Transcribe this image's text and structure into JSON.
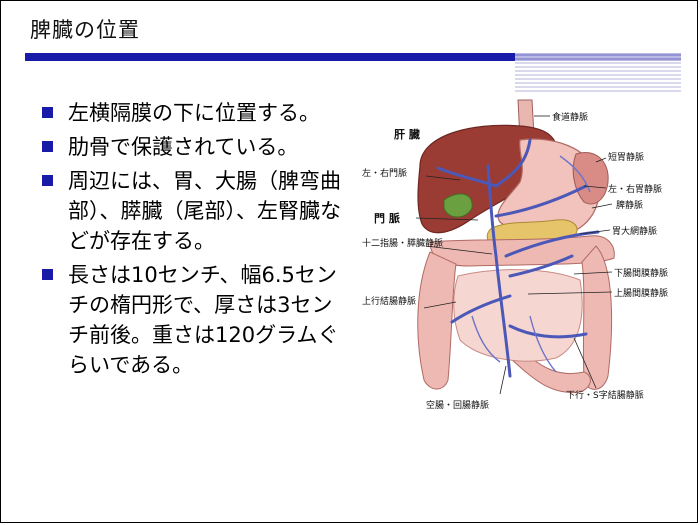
{
  "title": "脾臓の位置",
  "bullets": [
    "左横隔膜の下に位置する。",
    "肋骨で保護されている。",
    "周辺には、胃、大腸（脾弯曲部）、膵臓（尾部）、左腎臓などが存在する。",
    "長さは10センチ、幅6.5センチの楕円形で、厚さは3センチ前後。重さは120グラムぐらいである。"
  ],
  "diagram": {
    "labels": {
      "liver": "肝 臓",
      "esophageal_vein": "食道静脈",
      "short_gastric_veins": "短胃静脈",
      "left_right_portal": "左・右門脈",
      "left_right_gastric": "左・右胃静脈",
      "splenic_vein": "脾静脈",
      "portal_vein": "門 脈",
      "gastroepiploic": "胃大網静脈",
      "duodenal_pancreatic": "十二指腸・膵臓静脈",
      "inferior_mesenteric": "下腸間膜静脈",
      "superior_mesenteric": "上腸間膜静脈",
      "ascending_colic": "上行結腸静脈",
      "jejunal_ileal": "空腸・回腸静脈",
      "descending_sigmoid": "下行・S字結腸静脈"
    }
  },
  "colors": {
    "accent": "#1a1aa8"
  }
}
